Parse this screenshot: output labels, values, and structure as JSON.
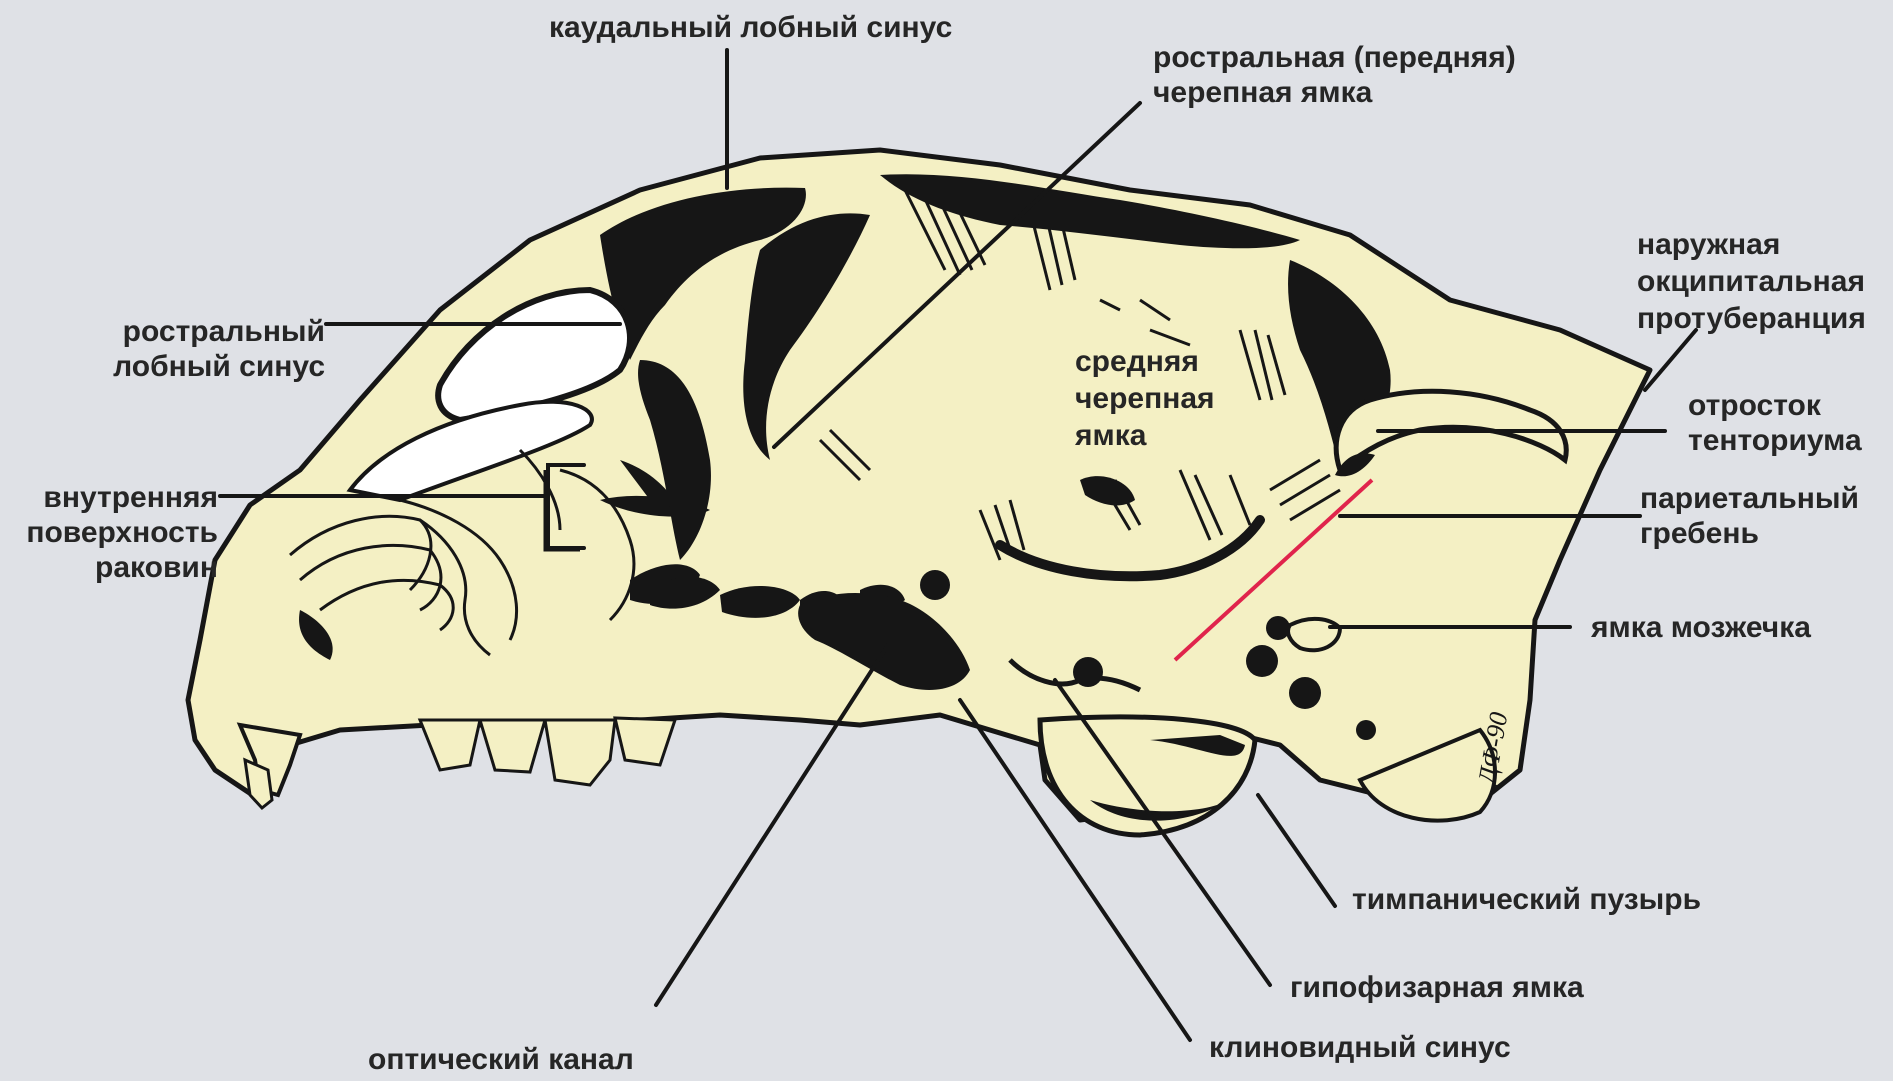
{
  "colors": {
    "background": "#dfe1e6",
    "bone": "#f4f0c4",
    "dark": "#161616",
    "text": "#262626",
    "highlight": "#e0244c"
  },
  "labels": {
    "caudal_frontal_sinus": "каудальный лобный синус",
    "rostral_cranial_fossa": "ростральная (передняя)\nчерепная ямка",
    "external_occipital_protuberance": "наружная\nокципитальная\nпротуберанция",
    "rostral_frontal_sinus": "ростральный\nлобный синус",
    "middle_cranial_fossa": "средняя\nчерепная\nямка",
    "tentorium_process": "отросток\nтенториума",
    "conchae_inner_surface": "внутренняя\nповерхность\nраковин",
    "parietal_crest": "париетальный\nгребень",
    "cerebellar_fossa": "ямка мозжечка",
    "tympanic_bulla": "тимпанический пузырь",
    "hypophyseal_fossa": "гипофизарная ямка",
    "optic_canal": "оптический канал",
    "sphenoid_sinus": "клиновидный синус"
  },
  "icons": {
    "artist_signature": "signature-mark",
    "artist_signature_text": "ДФ-90"
  }
}
